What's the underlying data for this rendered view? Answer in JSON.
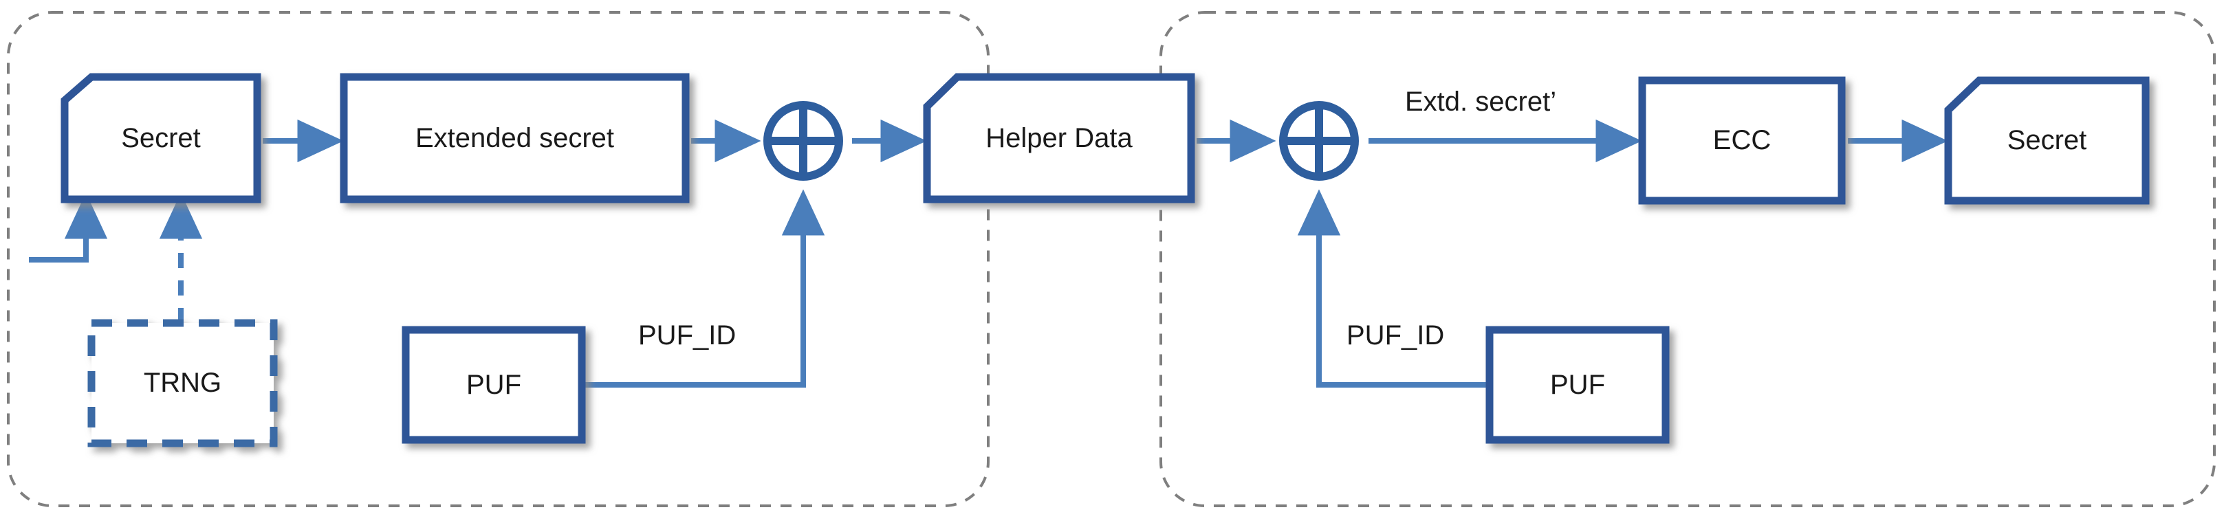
{
  "diagram": {
    "title": "PUF-based secret enrollment and reconstruction",
    "colors": {
      "box_border": "#2e5e9e",
      "box_border_dark": "#2f5597",
      "arrow": "#4a7ebb",
      "xor": "#2e5e9e",
      "panel_border": "#808080",
      "text": "#1a1a1a",
      "box_fill": "#ffffff",
      "shadow": "#9a9a9a",
      "trng_border": "#3a6ba5"
    },
    "panels": [
      {
        "name": "enrollment-panel",
        "style": "dashed-rounded"
      },
      {
        "name": "reconstruction-panel",
        "style": "dashed-rounded"
      }
    ],
    "nodes": [
      {
        "id": "secret-left",
        "label": "Secret",
        "shape": "clipped-corner",
        "border": "solid"
      },
      {
        "id": "extended-secret",
        "label": "Extended secret",
        "shape": "rect",
        "border": "solid"
      },
      {
        "id": "xor-left",
        "label": "⊕",
        "shape": "xor-circle",
        "border": "solid"
      },
      {
        "id": "helper-data",
        "label": "Helper Data",
        "shape": "clipped-corner",
        "border": "solid"
      },
      {
        "id": "xor-right",
        "label": "⊕",
        "shape": "xor-circle",
        "border": "solid"
      },
      {
        "id": "ecc",
        "label": "ECC",
        "shape": "rect",
        "border": "solid"
      },
      {
        "id": "secret-right",
        "label": "Secret",
        "shape": "clipped-corner",
        "border": "solid"
      },
      {
        "id": "trng",
        "label": "TRNG",
        "shape": "rect",
        "border": "dashed"
      },
      {
        "id": "puf-left",
        "label": "PUF",
        "shape": "rect",
        "border": "solid"
      },
      {
        "id": "puf-right",
        "label": "PUF",
        "shape": "rect",
        "border": "solid"
      }
    ],
    "edge_labels": [
      {
        "id": "puf-id-left",
        "text": "PUF_ID"
      },
      {
        "id": "puf-id-right",
        "text": "PUF_ID"
      },
      {
        "id": "extd-secret",
        "text": "Extd. secret’"
      }
    ]
  }
}
